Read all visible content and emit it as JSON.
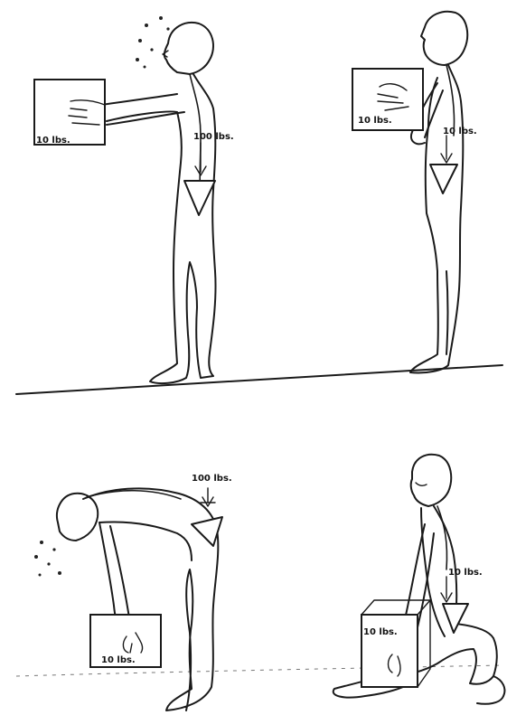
{
  "panels": [
    {
      "id": "top-left",
      "box_label": "10 lbs.",
      "load_label": "100 lbs."
    },
    {
      "id": "top-right",
      "box_label": "10 lbs.",
      "load_label": "10 lbs."
    },
    {
      "id": "bottom-left",
      "box_label": "10 lbs.",
      "load_label": "100 lbs."
    },
    {
      "id": "bottom-right",
      "box_label": "10 lbs.",
      "load_label": "10 lbs."
    }
  ]
}
